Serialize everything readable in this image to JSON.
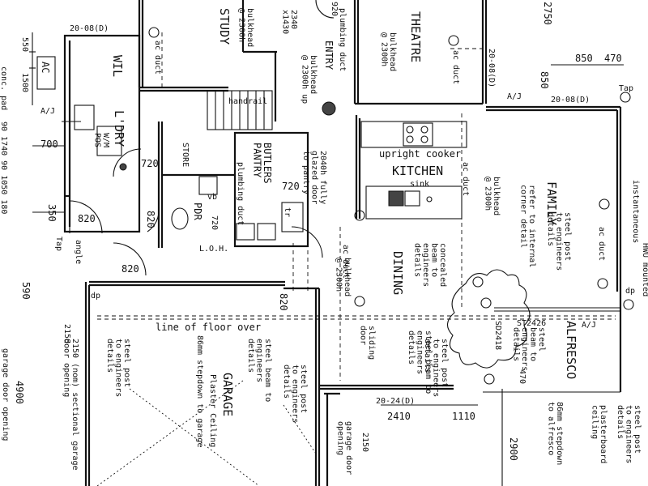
{
  "rooms": {
    "study": "STUDY",
    "theatre": "THEATRE",
    "entry": "ENTRY",
    "wil": "WIL",
    "ldry": "L'DRY",
    "store": "STORE",
    "butlers_pantry": "BUTLERS\nPANTRY",
    "kitchen": "KITCHEN",
    "family": "FAMILY",
    "dining": "DINING",
    "pdr": "PDR",
    "garage": "GARAGE",
    "alfresco": "ALFRESCO"
  },
  "labels": {
    "ac": "AC",
    "conc_pad": "conc. pad",
    "ac_duct": "ac duct",
    "bulkhead_2300h": "bulkhead\n@ 2300h",
    "bulkhead_2300h_up": "bulkhead\n@ 2300h up",
    "handrail": "handrail",
    "plumbing_duct": "plumbing duct",
    "upright_cooker": "upright cooker",
    "sink": "sink",
    "glazed_door": "2040h fully\nglazed door\nto pantry",
    "refer_corner": "refer to internal\ncorner detail",
    "steel_post_details": "steel post\nto engineers\ndetails",
    "concealed_beam": "concealed\nbeam to\nengineers\ndetails",
    "steel_beam_details": "steel beam to\nengineers\ndetails",
    "steel_beam_short": "steel\nbeam to\nengineers\ndetails",
    "line_of_floor_over": "line of floor over",
    "sliding_door": "sliding\ndoor",
    "plaster_ceiling": "Plaster Ceiling",
    "stepdown_garage": "86mm stepdown to garage",
    "stepdown_alfresco": "86mm stepdown\nto alfresco",
    "plasterboard_ceiling": "plasterboard\nceiling",
    "sectional_door": "2150 (nom) sectional garage\ndoor opening",
    "garage_door_opening": "garage door opening",
    "garage_door_right": "garage door\nopening",
    "wm_pos": "W/M\nPOS",
    "tap": "Tap",
    "angle": "angle",
    "dp": "dp",
    "loh": "L.O.H.",
    "vb": "vb",
    "tr": "tr",
    "aj": "A/J",
    "instantaneous": "instantaneous",
    "hwu_mounted": "HWU mounted"
  },
  "dims": {
    "d_550": "550",
    "d_1500": "1500",
    "d_700": "700",
    "d_350": "350",
    "d_820": "820",
    "d_720": "720",
    "d_590": "590",
    "d_2340": "2340\nx1430",
    "d_920": "920",
    "d_2750": "2750",
    "d_850": "850",
    "d_470": "470",
    "d_2150": "2150",
    "d_4900": "4900",
    "d_2410": "2410",
    "d_1110": "1110",
    "d_2900": "2900",
    "d_1740": "90 1740 90 1050 180",
    "d_2008": "20-08(D)",
    "d_2024": "20-24(D)",
    "d_st2426": "ST2426",
    "d_sd2418": "SD2418"
  }
}
